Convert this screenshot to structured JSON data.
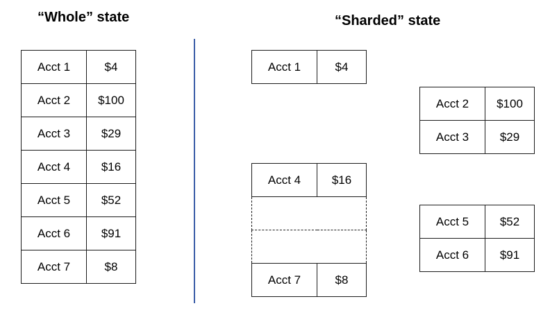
{
  "titles": {
    "whole": "“Whole” state",
    "sharded": "“Sharded” state"
  },
  "whole_state": [
    {
      "account": "Acct 1",
      "balance": "$4"
    },
    {
      "account": "Acct 2",
      "balance": "$100"
    },
    {
      "account": "Acct 3",
      "balance": "$29"
    },
    {
      "account": "Acct 4",
      "balance": "$16"
    },
    {
      "account": "Acct 5",
      "balance": "$52"
    },
    {
      "account": "Acct 6",
      "balance": "$91"
    },
    {
      "account": "Acct 7",
      "balance": "$8"
    }
  ],
  "sharded_state": {
    "shard_1": [
      {
        "account": "Acct 1",
        "balance": "$4"
      }
    ],
    "shard_2": [
      {
        "account": "Acct 2",
        "balance": "$100"
      },
      {
        "account": "Acct 3",
        "balance": "$29"
      }
    ],
    "shard_3": [
      {
        "account": "Acct 4",
        "balance": "$16"
      },
      {
        "account": "",
        "balance": "",
        "placeholder": true
      },
      {
        "account": "",
        "balance": "",
        "placeholder": true
      },
      {
        "account": "Acct 7",
        "balance": "$8"
      }
    ],
    "shard_4": [
      {
        "account": "Acct 5",
        "balance": "$52"
      },
      {
        "account": "Acct 6",
        "balance": "$91"
      }
    ]
  },
  "colors": {
    "divider": "#3c5ea8",
    "border": "#1a1a1a"
  }
}
